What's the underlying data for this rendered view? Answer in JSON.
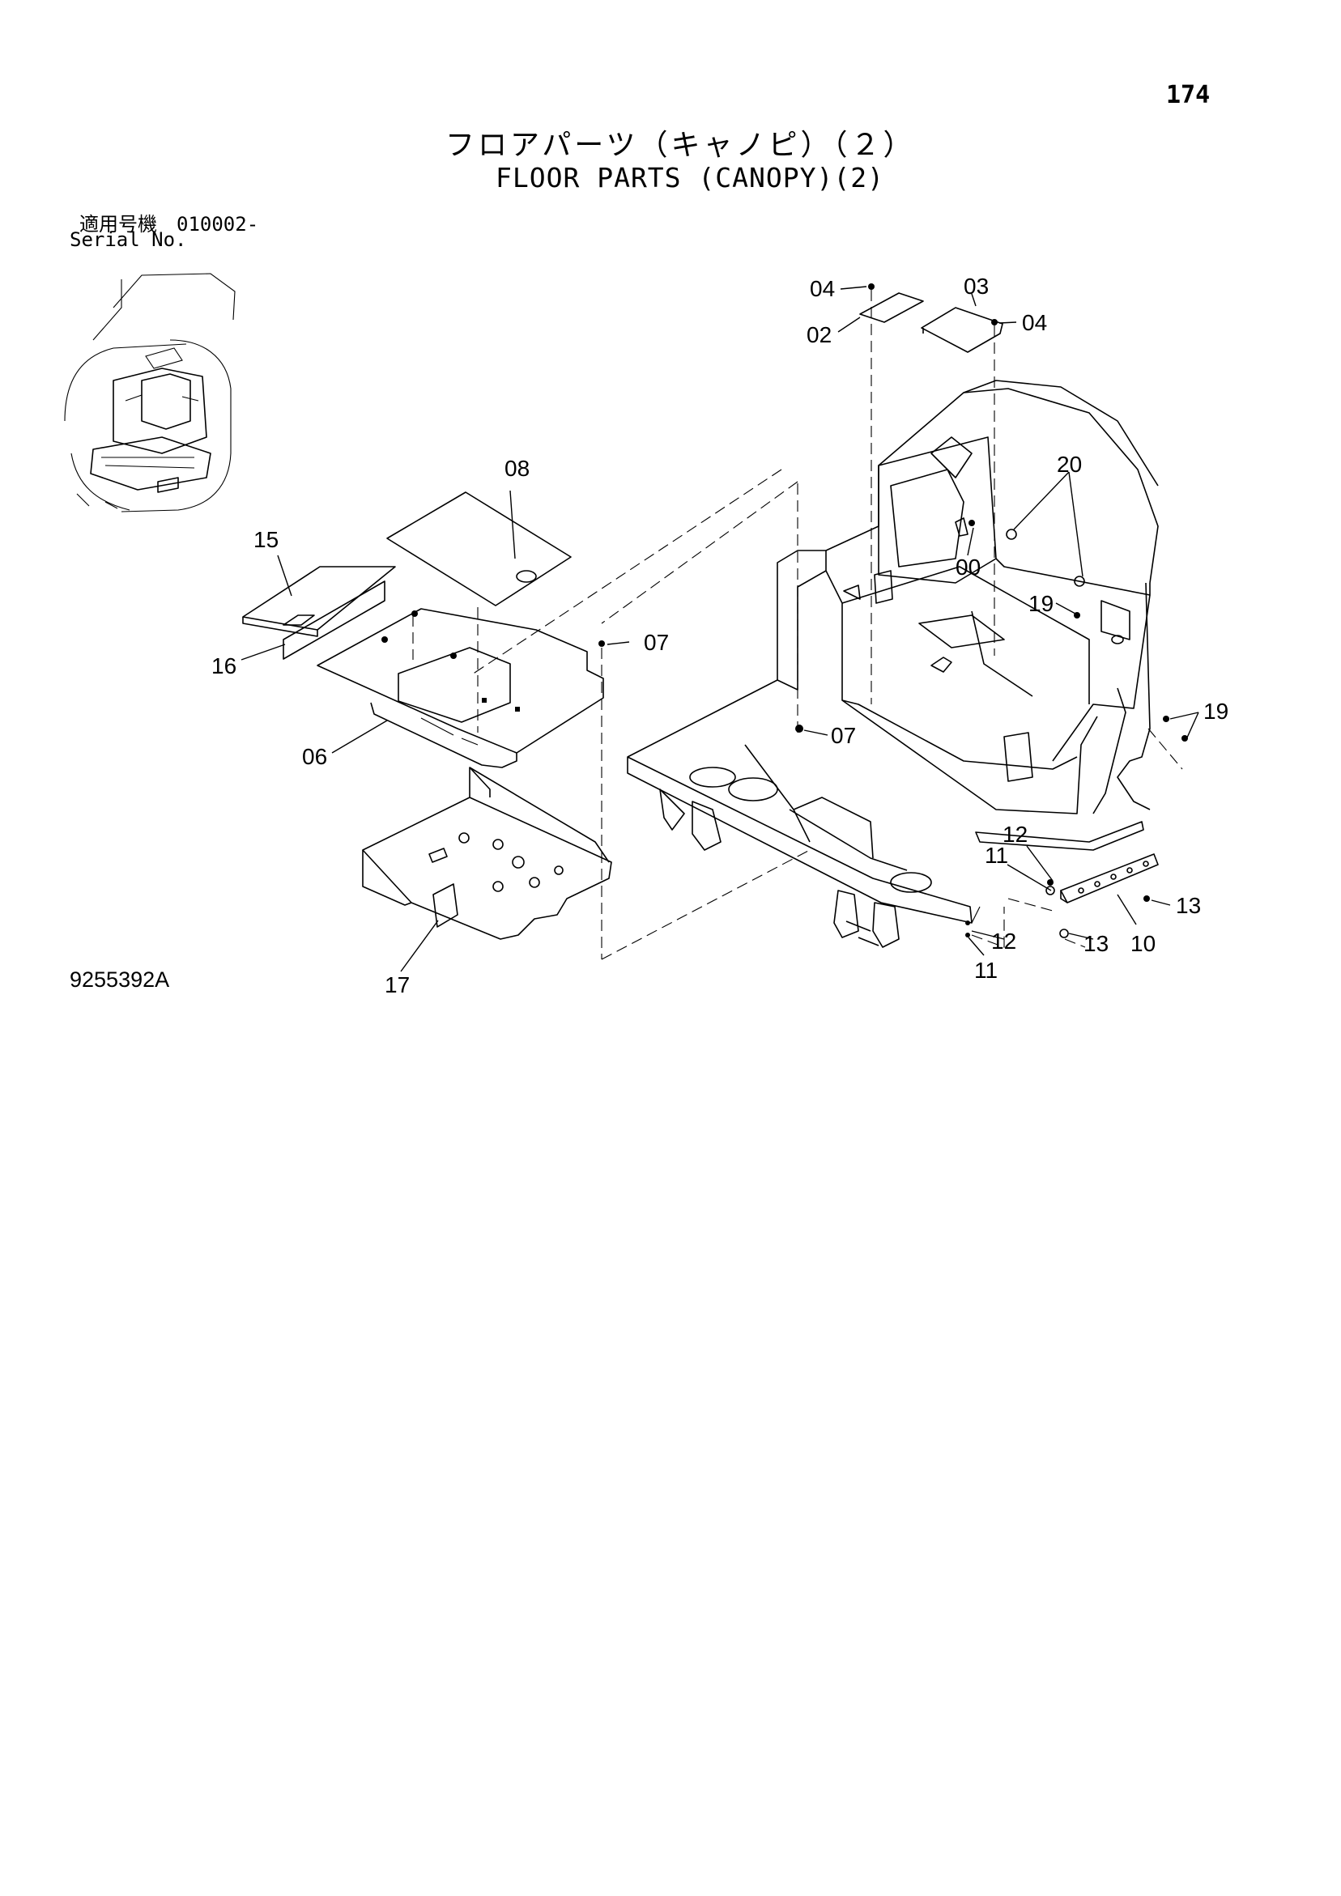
{
  "page": {
    "number": "174",
    "title_ja": "フロアパーツ（キャノピ）（２）",
    "title_en": "FLOOR PARTS (CANOPY)(2)",
    "serial_label_ja": "適用号機　010002-",
    "serial_label_en": "Serial No.",
    "drawing_number": "9255392A"
  },
  "callouts": [
    "04",
    "03",
    "02",
    "04",
    "08",
    "20",
    "15",
    "00",
    "19",
    "07",
    "16",
    "06",
    "07",
    "19",
    "12",
    "11",
    "13",
    "12",
    "13",
    "10",
    "11",
    "17"
  ]
}
